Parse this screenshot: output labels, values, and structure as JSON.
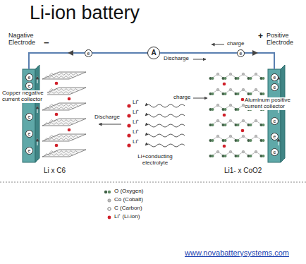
{
  "diagram": {
    "title": "Li-ion battery",
    "nodes": [
      {
        "text": [
          "A"
        ]
      }
    ],
    "labels": [
      "Nagative Electrode",
      "−",
      "+",
      "Positive Electrode",
      "Discharge",
      "charge",
      "e",
      "e",
      "e",
      "e",
      "e",
      "e",
      "e",
      "e",
      "e",
      "e",
      "e",
      "e",
      "Copper negative current collector",
      "Aluminum positive current collector",
      "charge",
      "Li⁺",
      "Li⁺",
      "Li⁺",
      "Li⁺",
      "Li⁺",
      "Discharge",
      "Li+conducting electrolyte",
      "Li x C6",
      "Li1- x CoO2",
      "www.novabatterysystems.com"
    ],
    "legend": [
      {
        "text": "O (Oxygen)"
      },
      {
        "text": "Co (Cobalt)"
      },
      {
        "text": "C (Carbon)"
      },
      {
        "text": "Li⁺ (Li-ion)"
      }
    ]
  }
}
